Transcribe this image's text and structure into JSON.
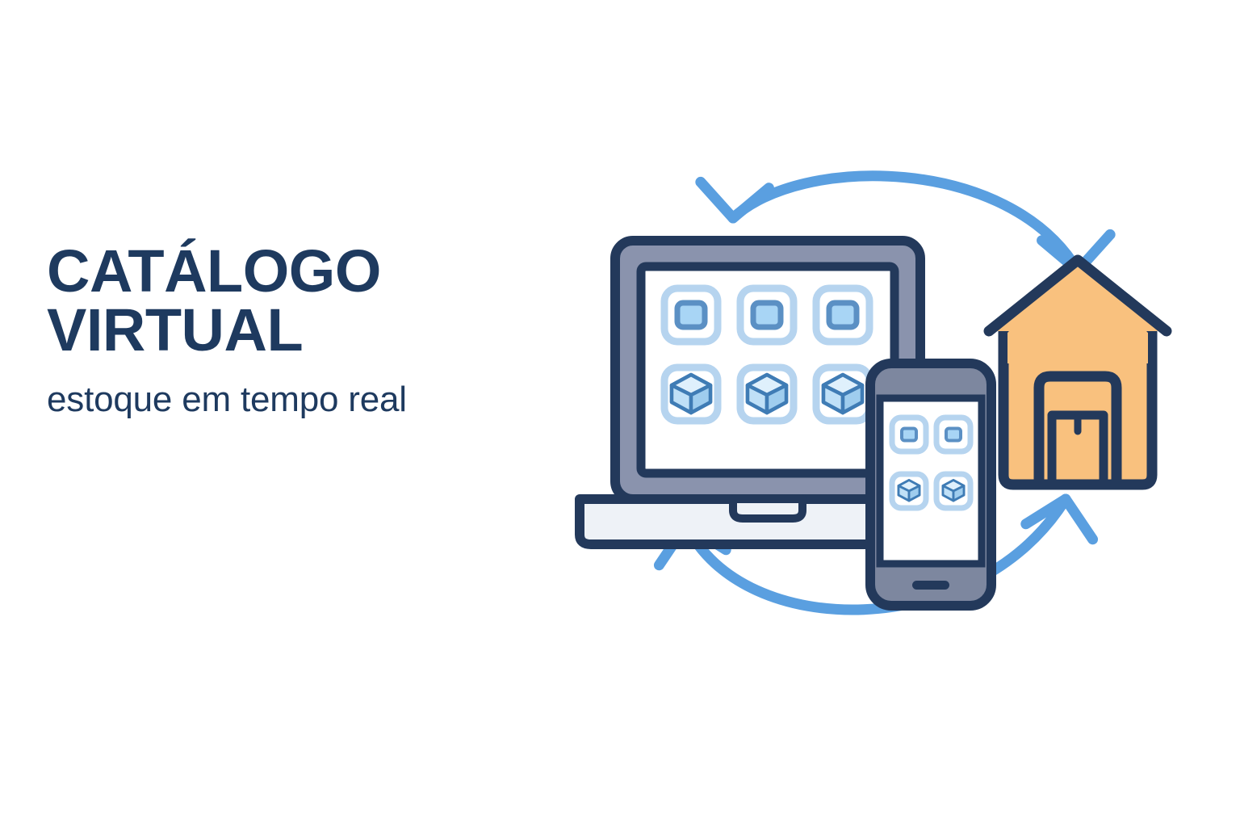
{
  "page": {
    "background_color": "#ffffff",
    "language": "pt-BR"
  },
  "text": {
    "headline_lines": [
      "CATÁLOGO",
      "VIRTUAL"
    ],
    "headline_full": "CATÁLOGO VIRTUAL",
    "subheadline": "estoque em tempo real"
  },
  "colors": {
    "navy_text": "#1e3a5f",
    "outline_navy": "#23395b",
    "laptop_bezel": "#8a93ad",
    "laptop_base": "#eef2f7",
    "screen_white": "#ffffff",
    "tile_outline": "#b6d4ef",
    "tile_inner_border": "#5b90c4",
    "tile_inner_fill": "#a8d5f5",
    "cube_side": "#6fa8dc",
    "cube_face": "#bfe0f7",
    "phone_body": "#7d879f",
    "arrow_blue": "#5a9fe0",
    "warehouse_orange": "#f9c17e"
  },
  "illustration": {
    "name": "catalog-sync-illustration",
    "description": "Laptop and smartphone showing a product catalog grid, connected by two curved double-headed arrows to a warehouse building",
    "laptop": {
      "name": "laptop-device",
      "screen_tiles_rows": 2,
      "screen_tiles_cols": 3,
      "row_icons": [
        "product-square-icon",
        "product-box-icon"
      ],
      "tile_count": 6
    },
    "phone": {
      "name": "smartphone-device",
      "screen_tiles_rows": 2,
      "screen_tiles_cols": 2,
      "row_icons": [
        "product-square-icon",
        "product-box-icon"
      ],
      "tile_count": 4
    },
    "warehouse": {
      "name": "warehouse-icon",
      "contents": "package-box"
    },
    "arrows": [
      {
        "name": "sync-arrow-top",
        "direction": "bidirectional",
        "from": "warehouse",
        "to": "devices"
      },
      {
        "name": "sync-arrow-bottom",
        "direction": "bidirectional",
        "from": "devices",
        "to": "warehouse"
      }
    ]
  }
}
